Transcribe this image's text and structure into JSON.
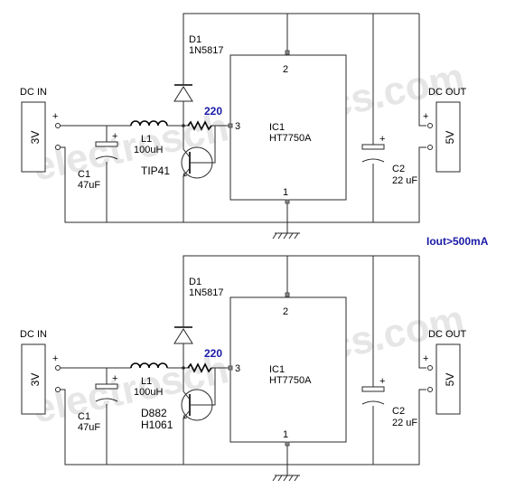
{
  "watermark": "electroschematics.com",
  "note": "Iout>500mA",
  "colors": {
    "wire": "#2a2a2a",
    "resistor_label": "#1a1aa6",
    "note": "#1a1aa6",
    "watermark": "#e6e6e6"
  },
  "circuits": [
    {
      "dc_in": {
        "title": "DC IN",
        "voltage": "3V",
        "plus": "+"
      },
      "dc_out": {
        "title": "DC OUT",
        "voltage": "5V",
        "plus": "+"
      },
      "d1": {
        "ref": "D1",
        "part": "1N5817"
      },
      "l1": {
        "ref": "L1",
        "value": "100uH"
      },
      "r": {
        "value": "220"
      },
      "c1": {
        "ref": "C1",
        "value": "47uF",
        "plus": "+"
      },
      "c2": {
        "ref": "C2",
        "value": "22 uF",
        "plus": "+"
      },
      "ic": {
        "ref": "IC1",
        "part": "HT7750A",
        "pin_top": "2",
        "pin_left": "3",
        "pin_bottom": "1"
      },
      "transistor": {
        "line1": "TIP41",
        "line2": ""
      }
    },
    {
      "dc_in": {
        "title": "DC IN",
        "voltage": "3V",
        "plus": "+"
      },
      "dc_out": {
        "title": "DC OUT",
        "voltage": "5V",
        "plus": "+"
      },
      "d1": {
        "ref": "D1",
        "part": "1N5817"
      },
      "l1": {
        "ref": "L1",
        "value": "100uH"
      },
      "r": {
        "value": "220"
      },
      "c1": {
        "ref": "C1",
        "value": "47uF",
        "plus": "+"
      },
      "c2": {
        "ref": "C2",
        "value": "22 uF",
        "plus": "+"
      },
      "ic": {
        "ref": "IC1",
        "part": "HT7750A",
        "pin_top": "2",
        "pin_left": "3",
        "pin_bottom": "1"
      },
      "transistor": {
        "line1": "D882",
        "line2": "H1061"
      }
    }
  ]
}
